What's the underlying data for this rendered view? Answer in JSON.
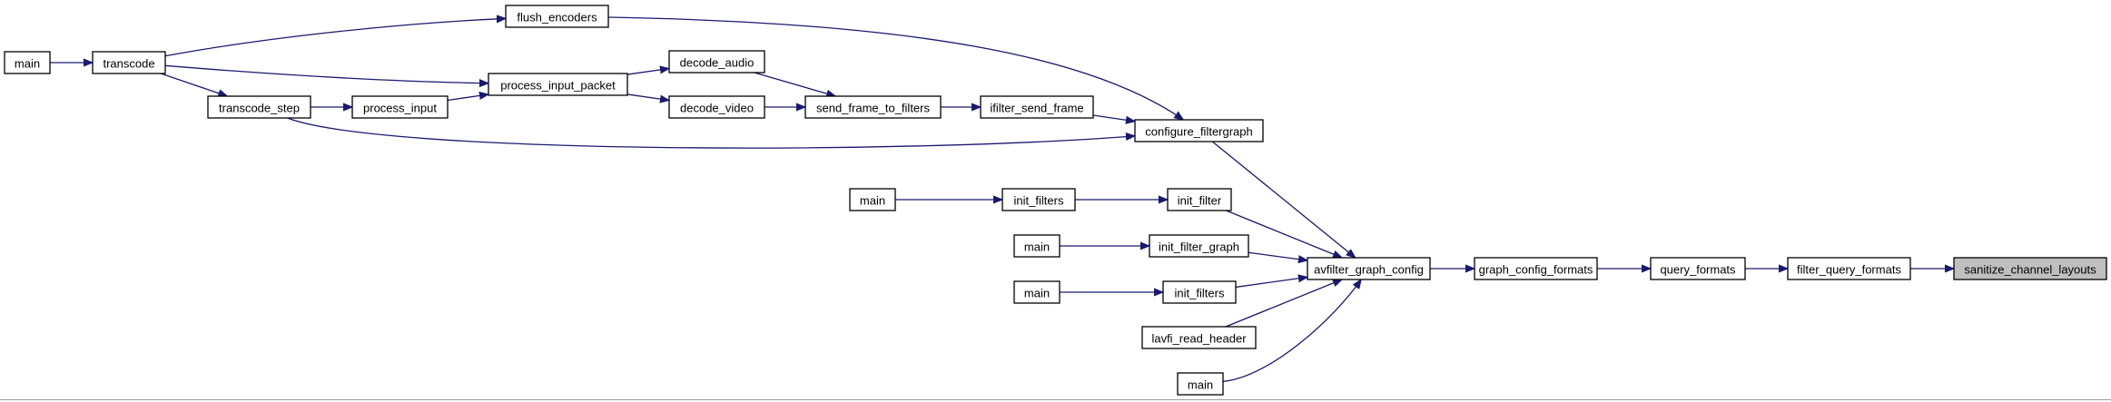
{
  "graph": {
    "colors": {
      "edge": "#191970",
      "highlight": "#bfbfbf",
      "border": "#000000"
    },
    "highlighted": "sanitize_channel_layouts",
    "nodes": [
      {
        "id": "main_a",
        "label": "main"
      },
      {
        "id": "transcode",
        "label": "transcode"
      },
      {
        "id": "flush_encoders",
        "label": "flush_encoders"
      },
      {
        "id": "process_input_packet",
        "label": "process_input_packet"
      },
      {
        "id": "decode_audio",
        "label": "decode_audio"
      },
      {
        "id": "decode_video",
        "label": "decode_video"
      },
      {
        "id": "transcode_step",
        "label": "transcode_step"
      },
      {
        "id": "process_input",
        "label": "process_input"
      },
      {
        "id": "send_frame_to_filters",
        "label": "send_frame_to_filters"
      },
      {
        "id": "ifilter_send_frame",
        "label": "ifilter_send_frame"
      },
      {
        "id": "configure_filtergraph",
        "label": "configure_filtergraph"
      },
      {
        "id": "main_b",
        "label": "main"
      },
      {
        "id": "init_filters_a",
        "label": "init_filters"
      },
      {
        "id": "init_filter",
        "label": "init_filter"
      },
      {
        "id": "main_c",
        "label": "main"
      },
      {
        "id": "init_filter_graph",
        "label": "init_filter_graph"
      },
      {
        "id": "main_d",
        "label": "main"
      },
      {
        "id": "init_filters_b",
        "label": "init_filters"
      },
      {
        "id": "lavfi_read_header",
        "label": "lavfi_read_header"
      },
      {
        "id": "main_e",
        "label": "main"
      },
      {
        "id": "avfilter_graph_config",
        "label": "avfilter_graph_config"
      },
      {
        "id": "graph_config_formats",
        "label": "graph_config_formats"
      },
      {
        "id": "query_formats",
        "label": "query_formats"
      },
      {
        "id": "filter_query_formats",
        "label": "filter_query_formats"
      },
      {
        "id": "sanitize_channel_layouts",
        "label": "sanitize_channel_layouts"
      }
    ],
    "edges": [
      {
        "from": "main_a",
        "to": "transcode"
      },
      {
        "from": "transcode",
        "to": "flush_encoders"
      },
      {
        "from": "transcode",
        "to": "process_input_packet"
      },
      {
        "from": "transcode",
        "to": "transcode_step"
      },
      {
        "from": "transcode_step",
        "to": "process_input"
      },
      {
        "from": "transcode_step",
        "to": "configure_filtergraph"
      },
      {
        "from": "process_input",
        "to": "process_input_packet"
      },
      {
        "from": "process_input_packet",
        "to": "decode_audio"
      },
      {
        "from": "process_input_packet",
        "to": "decode_video"
      },
      {
        "from": "decode_audio",
        "to": "send_frame_to_filters"
      },
      {
        "from": "decode_video",
        "to": "send_frame_to_filters"
      },
      {
        "from": "send_frame_to_filters",
        "to": "ifilter_send_frame"
      },
      {
        "from": "ifilter_send_frame",
        "to": "configure_filtergraph"
      },
      {
        "from": "flush_encoders",
        "to": "configure_filtergraph"
      },
      {
        "from": "configure_filtergraph",
        "to": "avfilter_graph_config"
      },
      {
        "from": "main_b",
        "to": "init_filters_a"
      },
      {
        "from": "init_filters_a",
        "to": "init_filter"
      },
      {
        "from": "init_filter",
        "to": "avfilter_graph_config"
      },
      {
        "from": "main_c",
        "to": "init_filter_graph"
      },
      {
        "from": "init_filter_graph",
        "to": "avfilter_graph_config"
      },
      {
        "from": "main_d",
        "to": "init_filters_b"
      },
      {
        "from": "init_filters_b",
        "to": "avfilter_graph_config"
      },
      {
        "from": "lavfi_read_header",
        "to": "avfilter_graph_config"
      },
      {
        "from": "main_e",
        "to": "avfilter_graph_config"
      },
      {
        "from": "avfilter_graph_config",
        "to": "graph_config_formats"
      },
      {
        "from": "graph_config_formats",
        "to": "query_formats"
      },
      {
        "from": "query_formats",
        "to": "filter_query_formats"
      },
      {
        "from": "filter_query_formats",
        "to": "sanitize_channel_layouts"
      }
    ]
  }
}
